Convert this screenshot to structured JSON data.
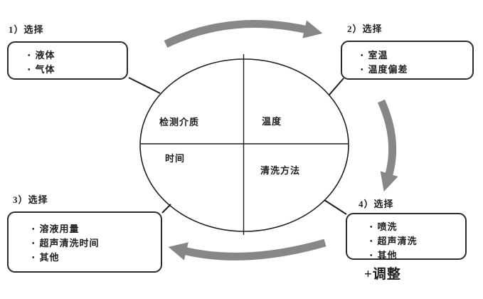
{
  "diagram": {
    "steps": [
      {
        "label": "1）选择",
        "items": [
          "液体",
          "气体"
        ]
      },
      {
        "label": "2）选择",
        "items": [
          "室温",
          "温度偏差"
        ]
      },
      {
        "label": "3）选择",
        "items": [
          "溶液用量",
          "超声清洗时间",
          "其他"
        ]
      },
      {
        "label": "4）选择",
        "items": [
          "喷洗",
          "超声清洗",
          "其他"
        ]
      }
    ],
    "quadrants": {
      "top_left": "检测介质",
      "top_right": "温度",
      "bottom_left": "时间",
      "bottom_right": "清洗方法"
    },
    "adjust_label": "+调整",
    "colors": {
      "arrow": "#878787",
      "ink": "#1f1f1f"
    }
  }
}
